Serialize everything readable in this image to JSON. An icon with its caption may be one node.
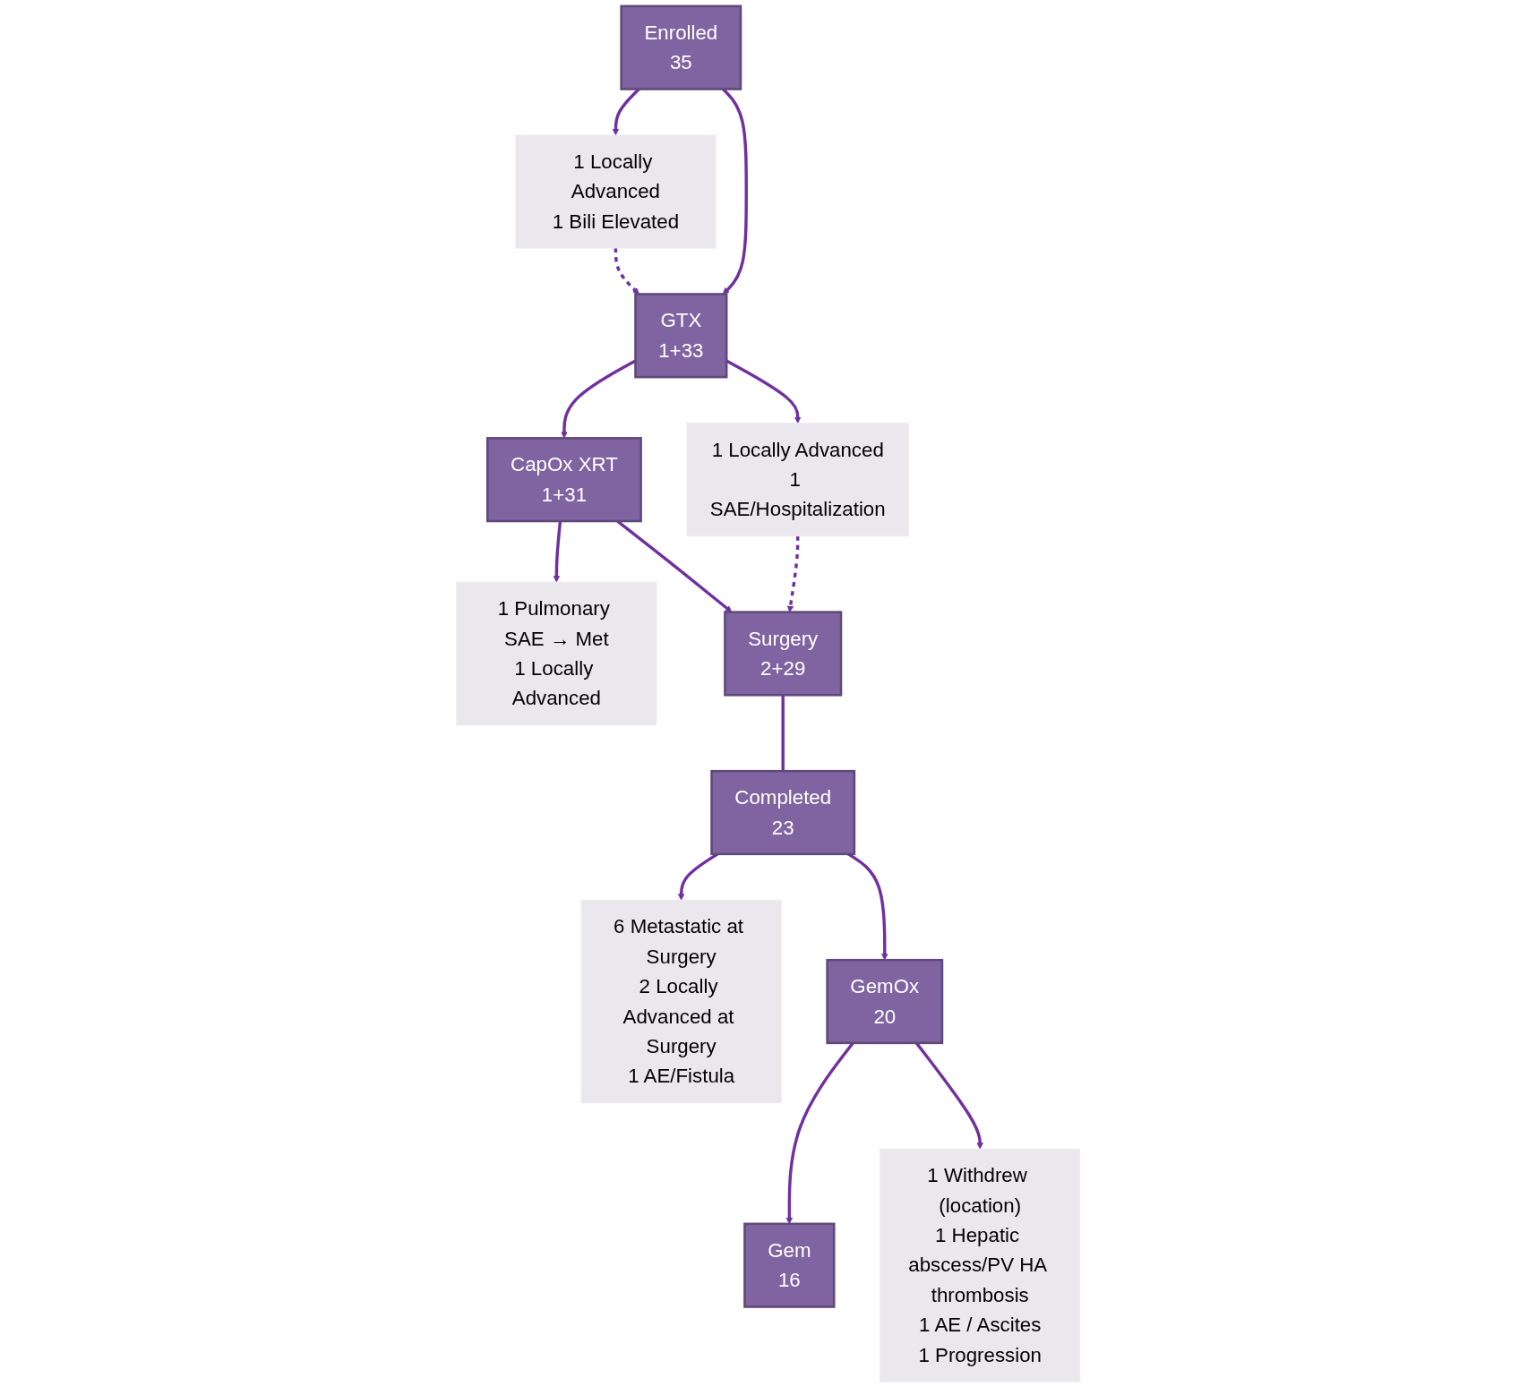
{
  "diagram": {
    "nodes": [
      {
        "text": [
          "Enrolled",
          "35"
        ]
      },
      {
        "text": [
          "1 Locally Advanced",
          "1 Bili Elevated"
        ]
      },
      {
        "text": [
          "GTX",
          "1+33"
        ]
      },
      {
        "text": [
          "1 Locally Advanced",
          "1 SAE/Hospitalization"
        ]
      },
      {
        "text": [
          "CapOx XRT",
          "1+31"
        ]
      },
      {
        "text": [
          "1 Pulmonary SAE → Met",
          "1 Locally Advanced"
        ]
      },
      {
        "text": [
          "Surgery",
          "2+29"
        ]
      },
      {
        "text": [
          "Completed",
          "23"
        ]
      },
      {
        "text": [
          "6 Metastatic at Surgery",
          "2 Locally Advanced at Surgery",
          "1 AE/Fistula"
        ]
      },
      {
        "text": [
          "GemOx",
          "20"
        ]
      },
      {
        "text": [
          "1 Withdrew (location)",
          "1 Hepatic abscess/PV HA thrombosis",
          "1 AE / Ascites",
          "1 Progression"
        ]
      },
      {
        "text": [
          "Gem",
          "16"
        ]
      }
    ],
    "edges": [
      {
        "from": 0,
        "to": 2,
        "arrow": "to"
      },
      {
        "from": 0,
        "to": 1,
        "arrow": "to"
      },
      {
        "from": 1,
        "to": 2,
        "arrow": "to",
        "style": "dashed"
      },
      {
        "from": 2,
        "to": 4,
        "arrow": "to"
      },
      {
        "from": 2,
        "to": 3,
        "arrow": "to"
      },
      {
        "from": 3,
        "to": 6,
        "arrow": "to",
        "style": "dashed"
      },
      {
        "from": 4,
        "to": 6,
        "arrow": "to"
      },
      {
        "from": 4,
        "to": 5,
        "arrow": "to"
      },
      {
        "from": 6,
        "to": 7,
        "arrow": "none"
      },
      {
        "from": 7,
        "to": 9,
        "arrow": "to"
      },
      {
        "from": 7,
        "to": 8,
        "arrow": "to"
      },
      {
        "from": 9,
        "to": 11,
        "arrow": "to"
      },
      {
        "from": 9,
        "to": 10,
        "arrow": "to"
      }
    ]
  }
}
